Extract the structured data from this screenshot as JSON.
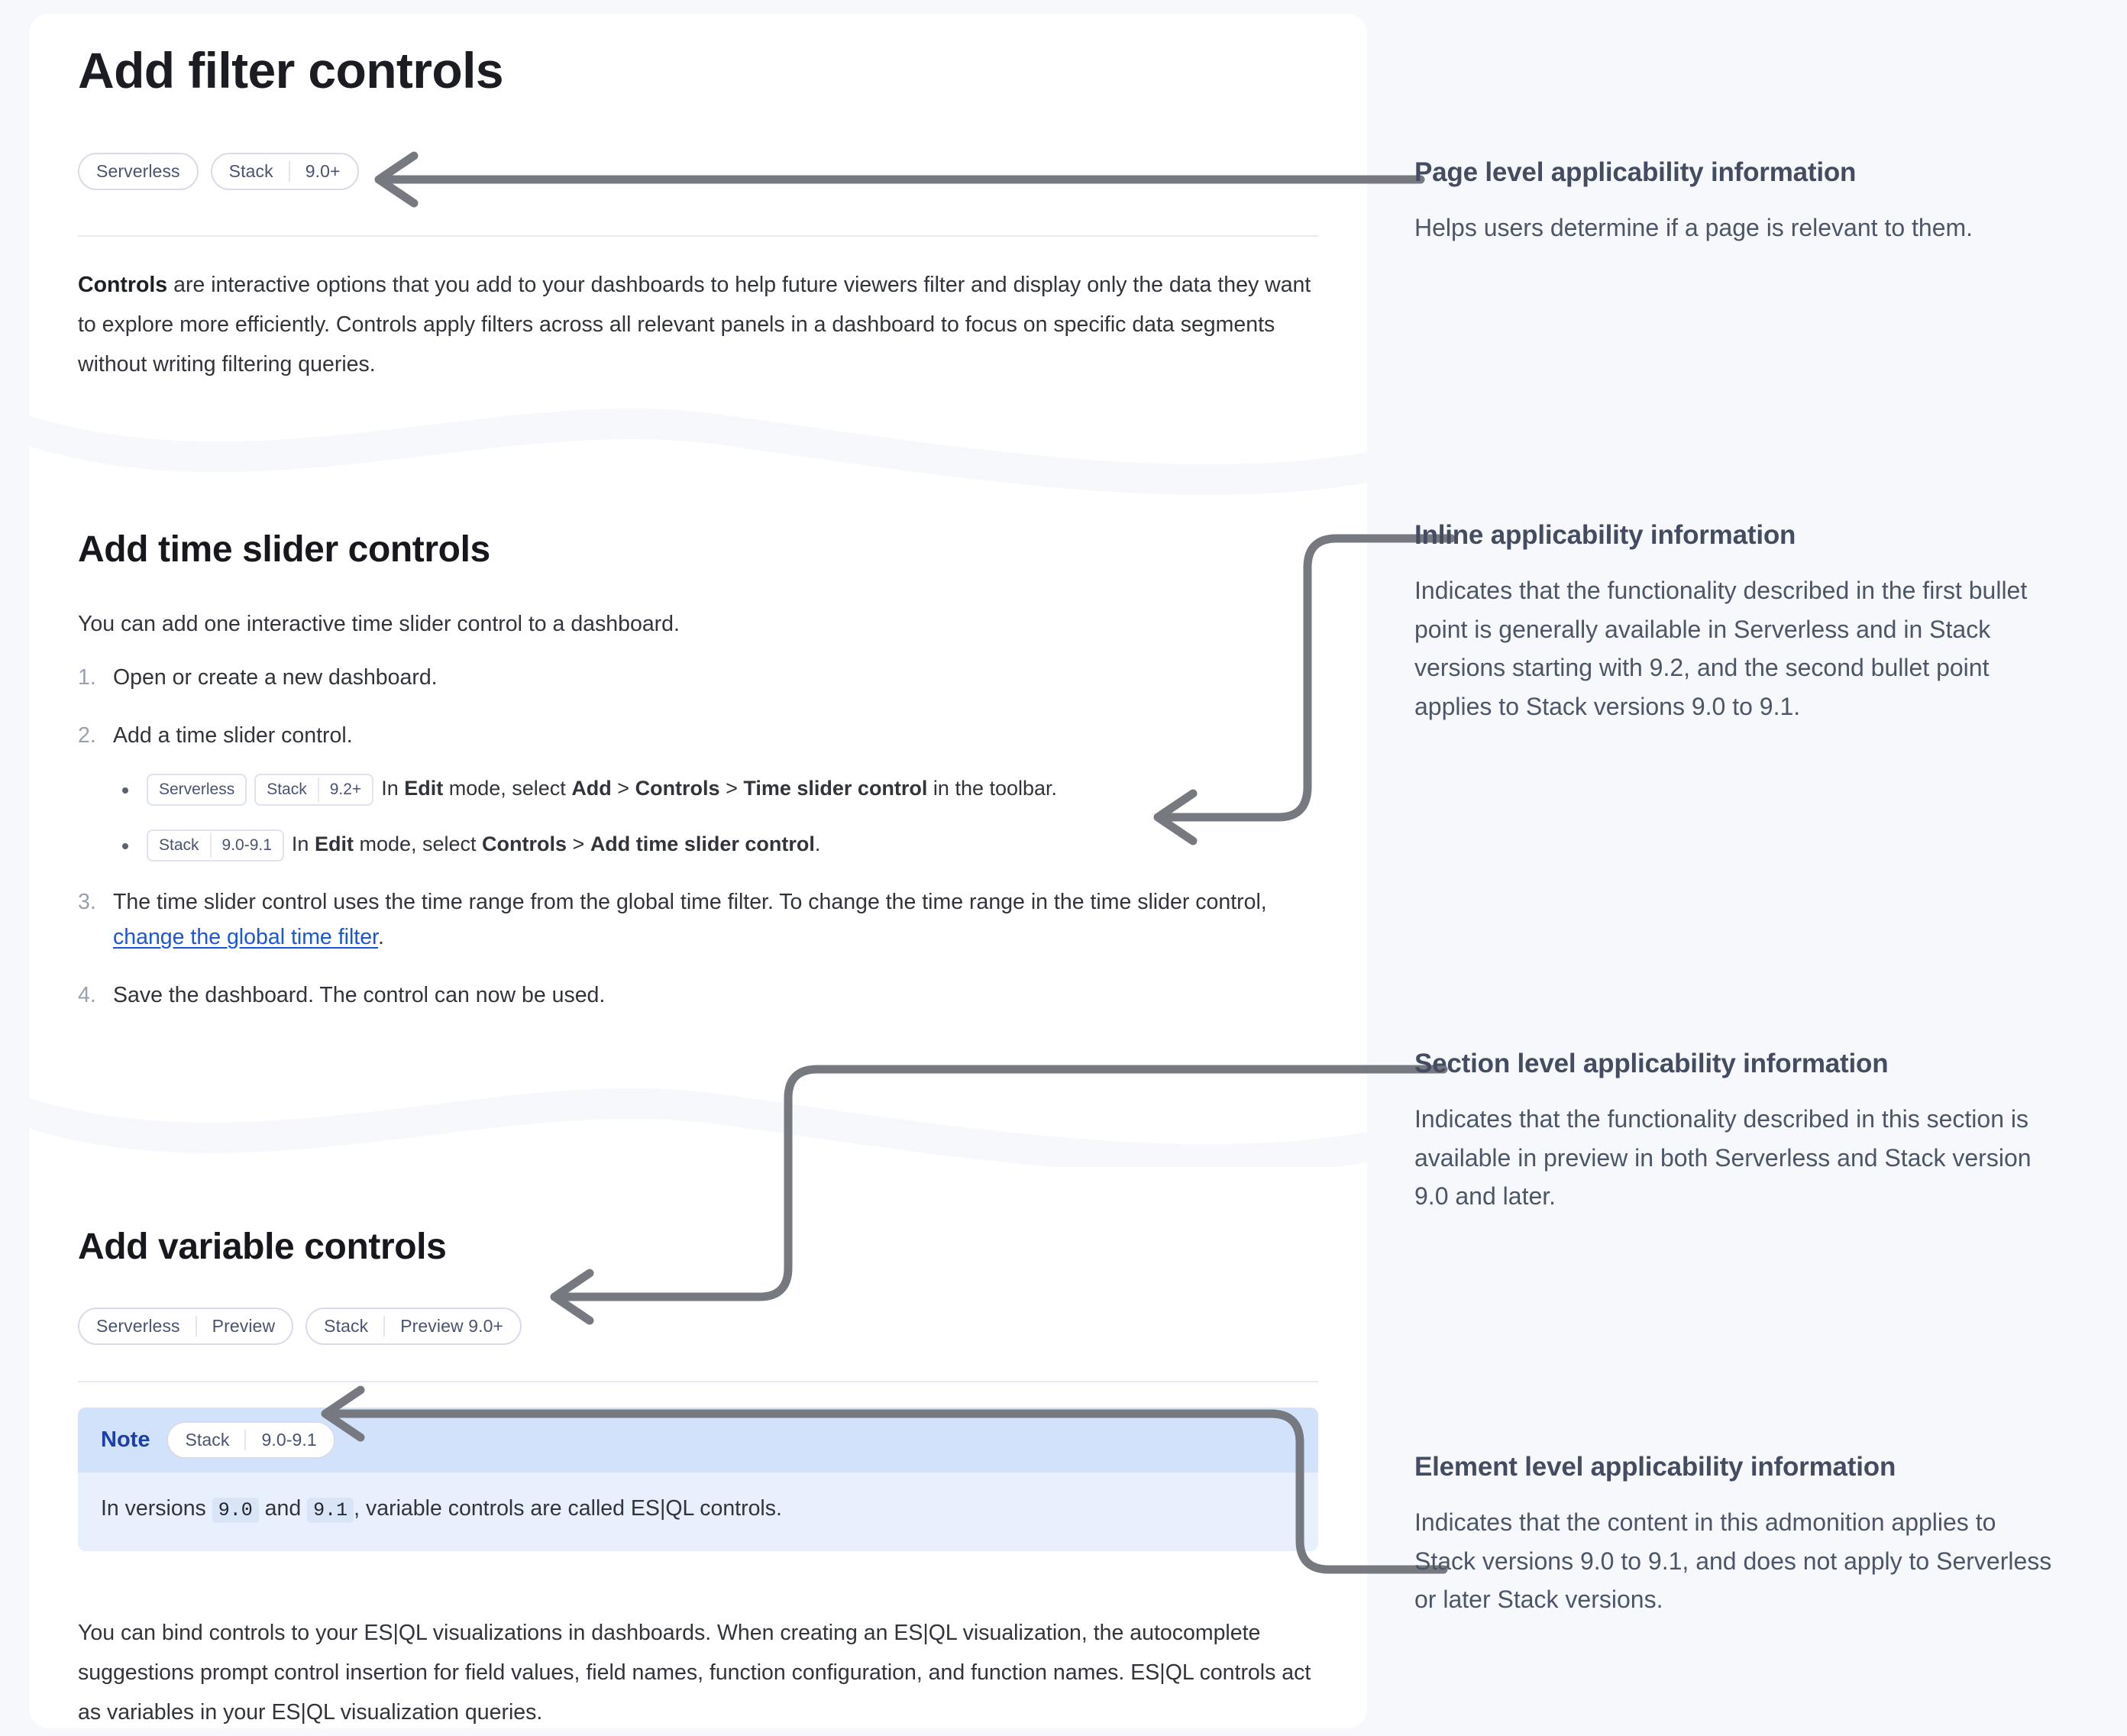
{
  "page": {
    "title": "Add filter controls",
    "applicability": [
      {
        "segments": [
          "Serverless"
        ]
      },
      {
        "segments": [
          "Stack",
          "9.0+"
        ]
      }
    ],
    "intro_lead": "Controls",
    "intro_rest": " are interactive options that you add to your dashboards to help future viewers filter and display only the data they want to explore more efficiently. Controls apply filters across all relevant panels in a dashboard to focus on specific data segments without writing filtering queries."
  },
  "time_slider_section": {
    "title": "Add time slider controls",
    "intro": "You can add one interactive time slider control to a dashboard.",
    "steps": [
      {
        "text": "Open or create a new dashboard."
      },
      {
        "text": "Add a time slider control.",
        "bullets": [
          {
            "badges": [
              {
                "segments": [
                  "Serverless"
                ]
              },
              {
                "segments": [
                  "Stack",
                  "9.2+"
                ]
              }
            ],
            "parts": [
              {
                "t": "In ",
                "b": false
              },
              {
                "t": "Edit",
                "b": true
              },
              {
                "t": " mode, select ",
                "b": false
              },
              {
                "t": "Add",
                "b": true
              },
              {
                "t": " > ",
                "b": false
              },
              {
                "t": "Controls",
                "b": true
              },
              {
                "t": " > ",
                "b": false
              },
              {
                "t": "Time slider control",
                "b": true
              },
              {
                "t": " in the toolbar.",
                "b": false
              }
            ]
          },
          {
            "badges": [
              {
                "segments": [
                  "Stack",
                  "9.0-9.1"
                ]
              }
            ],
            "parts": [
              {
                "t": "In ",
                "b": false
              },
              {
                "t": "Edit",
                "b": true
              },
              {
                "t": " mode, select ",
                "b": false
              },
              {
                "t": "Controls",
                "b": true
              },
              {
                "t": " > ",
                "b": false
              },
              {
                "t": "Add time slider control",
                "b": true
              },
              {
                "t": ".",
                "b": false
              }
            ]
          }
        ]
      },
      {
        "text_before_link": "The time slider control uses the time range from the global time filter. To change the time range in the time slider control, ",
        "link_text": "change the global time filter",
        "text_after_link": "."
      },
      {
        "text": "Save the dashboard. The control can now be used."
      }
    ]
  },
  "variable_section": {
    "title": "Add variable controls",
    "applicability": [
      {
        "segments": [
          "Serverless",
          "Preview"
        ]
      },
      {
        "segments": [
          "Stack",
          "Preview 9.0+"
        ]
      }
    ],
    "note": {
      "label": "Note",
      "badges": [
        {
          "segments": [
            "Stack",
            "9.0-9.1"
          ]
        }
      ],
      "parts": [
        {
          "t": "In versions ",
          "code": false
        },
        {
          "t": "9.0",
          "code": true
        },
        {
          "t": " and ",
          "code": false
        },
        {
          "t": "9.1",
          "code": true
        },
        {
          "t": ", variable controls are called ES|QL controls.",
          "code": false
        }
      ]
    },
    "body": "You can bind controls to your ES|QL visualizations in dashboards. When creating an ES|QL visualization, the autocomplete suggestions prompt control insertion for field values, field names, function configuration, and function names. ES|QL controls act as variables in your ES|QL visualization queries."
  },
  "annotations": [
    {
      "title": "Page level applicability information",
      "body": "Helps users determine if a page is relevant to them."
    },
    {
      "title": "Inline applicability information",
      "body": "Indicates that the functionality described in the first bullet point is generally available in Serverless and in Stack versions starting with 9.2, and the second bullet point applies to Stack versions 9.0 to 9.1."
    },
    {
      "title": "Section level applicability information",
      "body": "Indicates that the functionality described in this section is available in preview in both Serverless and Stack version 9.0 and later."
    },
    {
      "title": "Element level applicability information",
      "body": "Indicates that the content in this admonition applies to Stack versions 9.0 to 9.1, and does not apply to Serverless or later Stack versions."
    }
  ],
  "colors": {
    "page_background": "#f7f8fc",
    "card_background": "#ffffff",
    "connector": "#767a80",
    "link": "#1a56db",
    "note_header": "#d2e2fb",
    "note_body": "#e8f0fd",
    "note_label": "#1c3faa",
    "badge_text": "#4a5372",
    "annotation_title": "#434c61",
    "annotation_body": "#4c5668"
  }
}
